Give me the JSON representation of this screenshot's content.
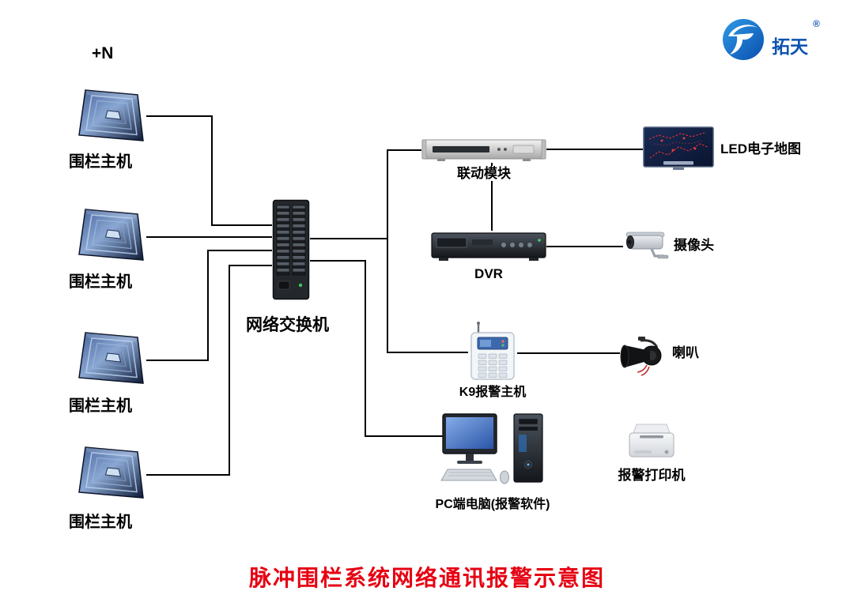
{
  "title": "脉冲围栏系统网络通讯报警示意图",
  "annotation_top_left": "+N",
  "logo": {
    "brand": "拓天",
    "registered_mark": "®"
  },
  "nodes": {
    "fence_host_1": "围栏主机",
    "fence_host_2": "围栏主机",
    "fence_host_3": "围栏主机",
    "fence_host_4": "围栏主机",
    "switch": "网络交换机",
    "linkage_module": "联动模块",
    "led_map": "LED电子地图",
    "dvr": "DVR",
    "camera": "摄像头",
    "k9_alarm_host": "K9报警主机",
    "horn": "喇叭",
    "pc": "PC端电脑(报警软件)",
    "printer": "报警打印机"
  },
  "connections": [
    {
      "from": "fence_host_1",
      "to": "switch"
    },
    {
      "from": "fence_host_2",
      "to": "switch"
    },
    {
      "from": "fence_host_3",
      "to": "switch"
    },
    {
      "from": "fence_host_4",
      "to": "switch"
    },
    {
      "from": "switch",
      "to": "linkage_module"
    },
    {
      "from": "switch",
      "to": "k9_alarm_host"
    },
    {
      "from": "switch",
      "to": "pc"
    },
    {
      "from": "linkage_module",
      "to": "led_map"
    },
    {
      "from": "linkage_module",
      "to": "dvr"
    },
    {
      "from": "dvr",
      "to": "camera"
    },
    {
      "from": "k9_alarm_host",
      "to": "horn"
    }
  ],
  "colors": {
    "title_red": "#e60012",
    "line_black": "#000000",
    "brand_blue": "#0d52b0"
  }
}
